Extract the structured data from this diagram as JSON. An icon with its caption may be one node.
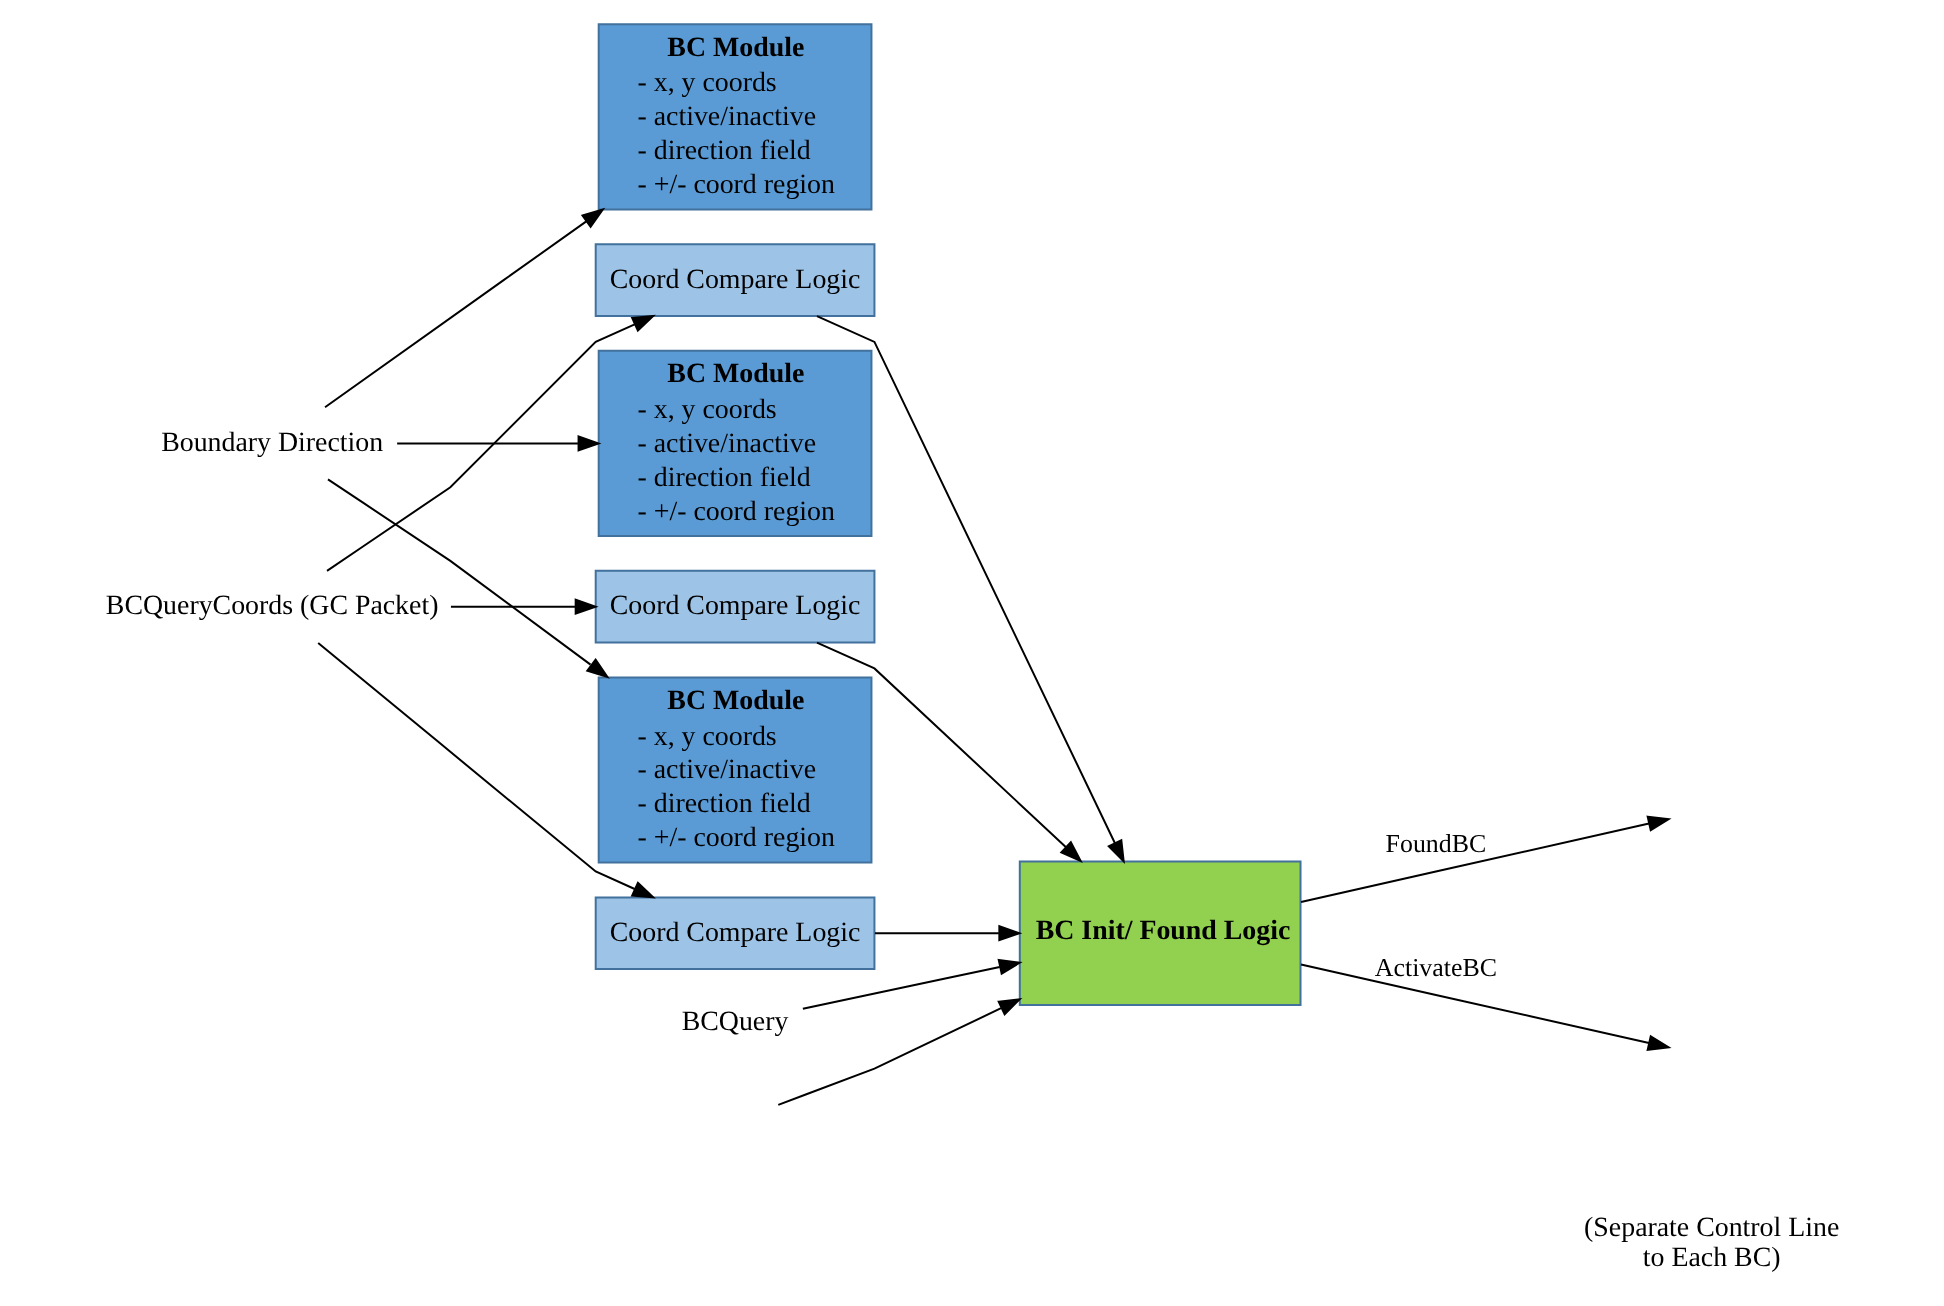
{
  "diagram": {
    "nodes": [
      {
        "text": [
          "Boundary Direction"
        ]
      },
      {
        "text": [
          "BCQueryCoords (GC Packet)"
        ]
      },
      {
        "text": [
          "BC Module",
          "- x, y coords",
          "- active/inactive",
          "- direction field",
          "- +/- coord region"
        ]
      },
      {
        "text": [
          "Coord Compare Logic"
        ]
      },
      {
        "text": [
          "BC Module",
          "- x, y coords",
          "- active/inactive",
          "- direction field",
          "- +/- coord region"
        ]
      },
      {
        "text": [
          "Coord Compare Logic"
        ]
      },
      {
        "text": [
          "BC Module",
          "- x, y coords",
          "- active/inactive",
          "- direction field",
          "- +/- coord region"
        ]
      },
      {
        "text": [
          "Coord Compare Logic"
        ]
      },
      {
        "text": [
          "BC Init/ Found Logic"
        ]
      },
      {
        "text": [
          "BCQuery"
        ]
      }
    ],
    "edges": [
      {
        "from": 0,
        "to": 2,
        "arrow": "to"
      },
      {
        "from": 0,
        "to": 4,
        "arrow": "to"
      },
      {
        "from": 0,
        "to": 6,
        "arrow": "to"
      },
      {
        "from": 1,
        "to": 3,
        "arrow": "to"
      },
      {
        "from": 1,
        "to": 5,
        "arrow": "to"
      },
      {
        "from": 1,
        "to": 7,
        "arrow": "to"
      },
      {
        "from": 9,
        "to": 8,
        "arrow": "to"
      },
      {
        "from": 3,
        "to": 8,
        "arrow": "to"
      },
      {
        "from": 5,
        "to": 8,
        "arrow": "to"
      },
      {
        "from": 7,
        "to": 8,
        "arrow": "to"
      },
      {
        "from": 8,
        "to": null,
        "arrow": "to",
        "label": "FoundBC"
      },
      {
        "from": 8,
        "to": null,
        "arrow": "to",
        "label": "ActivateBC"
      },
      {
        "from": null,
        "to": 8,
        "arrow": "to"
      }
    ],
    "labels": [
      "(Separate Control Line to Each BC)"
    ]
  }
}
